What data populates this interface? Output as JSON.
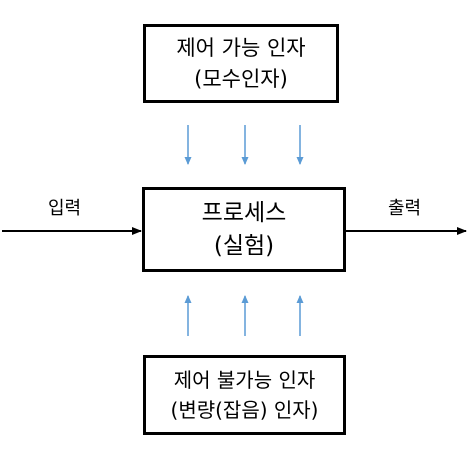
{
  "diagram": {
    "controllable_factors": {
      "line1": "제어 가능 인자",
      "line2": "(모수인자)"
    },
    "process": {
      "line1": "프로세스",
      "line2": "(실험)"
    },
    "uncontrollable_factors": {
      "line1": "제어 불가능 인자",
      "line2": "(변량(잡음) 인자)"
    },
    "input_label": "입력",
    "output_label": "출력",
    "colors": {
      "box_border": "#000000",
      "main_arrow": "#000000",
      "factor_arrow": "#5b9bd5",
      "text": "#000000"
    }
  }
}
